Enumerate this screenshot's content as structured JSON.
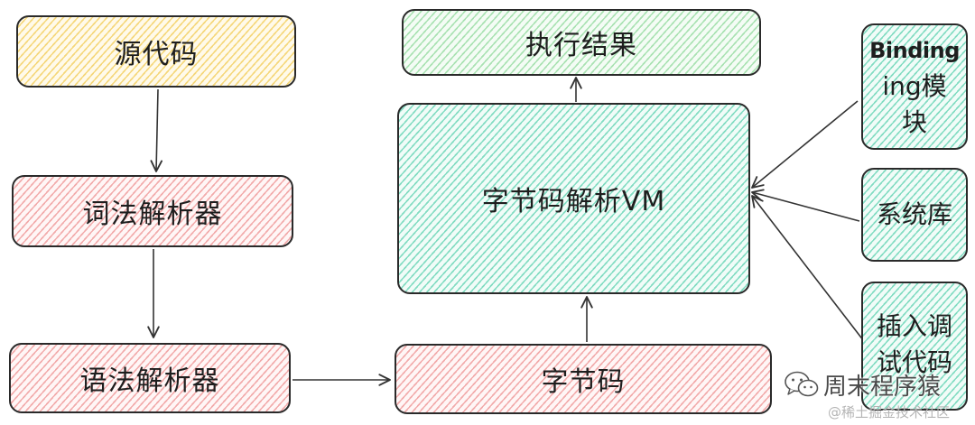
{
  "nodes": {
    "source_code": "源代码",
    "lexer": "词法解析器",
    "parser": "语法解析器",
    "bytecode": "字节码",
    "vm": "字节码解析VM",
    "result": "执行结果",
    "binding": [
      "Binding",
      "ing模",
      "块"
    ],
    "syslib": "系统库",
    "debug": [
      "插入调",
      "试代码"
    ]
  },
  "edges": [
    {
      "from": "源代码",
      "to": "词法解析器"
    },
    {
      "from": "词法解析器",
      "to": "语法解析器"
    },
    {
      "from": "语法解析器",
      "to": "字节码"
    },
    {
      "from": "字节码",
      "to": "字节码解析VM"
    },
    {
      "from": "字节码解析VM",
      "to": "执行结果"
    },
    {
      "from": "Binding ing模块",
      "to": "字节码解析VM"
    },
    {
      "from": "系统库",
      "to": "字节码解析VM"
    },
    {
      "from": "插入调试代码",
      "to": "字节码解析VM"
    }
  ],
  "watermark": {
    "account": "周末程序猿",
    "site": "@稀土掘金技术社区",
    "icon": "wechat-icon"
  },
  "colors": {
    "yellow": "#f5d77a",
    "pink": "#f2abab",
    "teal": "#82dcc2",
    "green": "#a9e2b2",
    "stroke": "#2a2a2a"
  }
}
